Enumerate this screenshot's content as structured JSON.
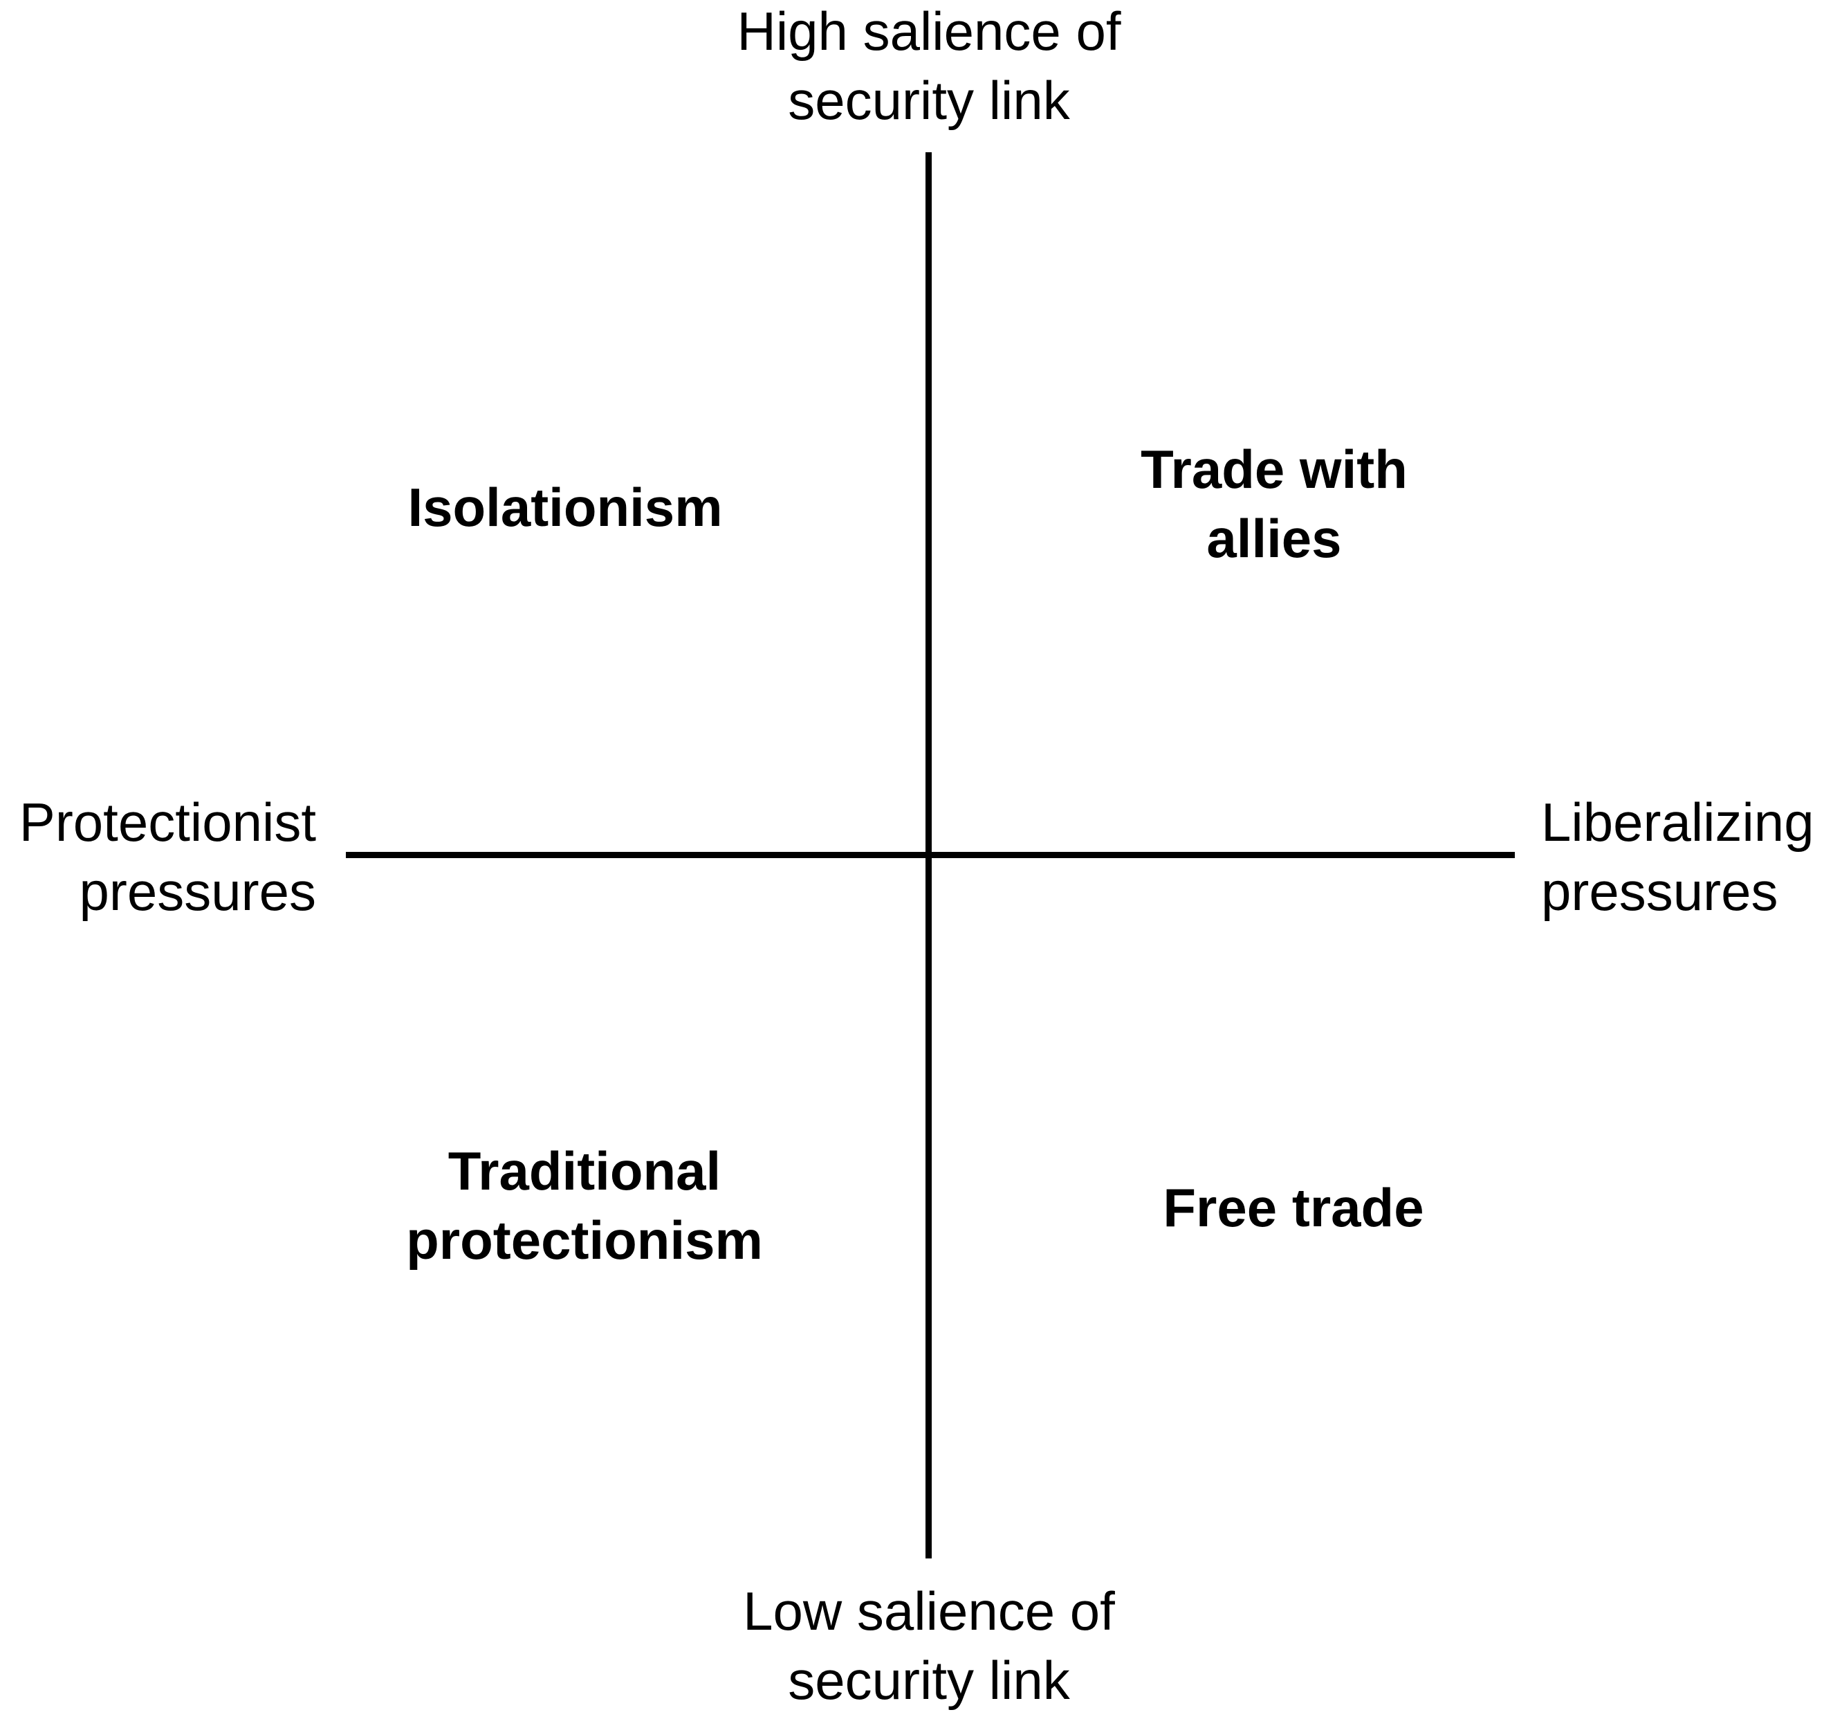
{
  "axes": {
    "top": [
      "High salience of",
      "security link"
    ],
    "bottom": [
      "Low salience of",
      "security link"
    ],
    "left": [
      "Protectionist",
      "pressures"
    ],
    "right": [
      "Liberalizing",
      "pressures"
    ]
  },
  "quadrants": {
    "top_left": [
      "Isolationism"
    ],
    "top_right": [
      "Trade with",
      "allies"
    ],
    "bottom_left": [
      "Traditional",
      "protectionism"
    ],
    "bottom_right": [
      "Free trade"
    ]
  },
  "colors": {
    "line": "#000000",
    "text": "#000000",
    "background": "#ffffff"
  }
}
